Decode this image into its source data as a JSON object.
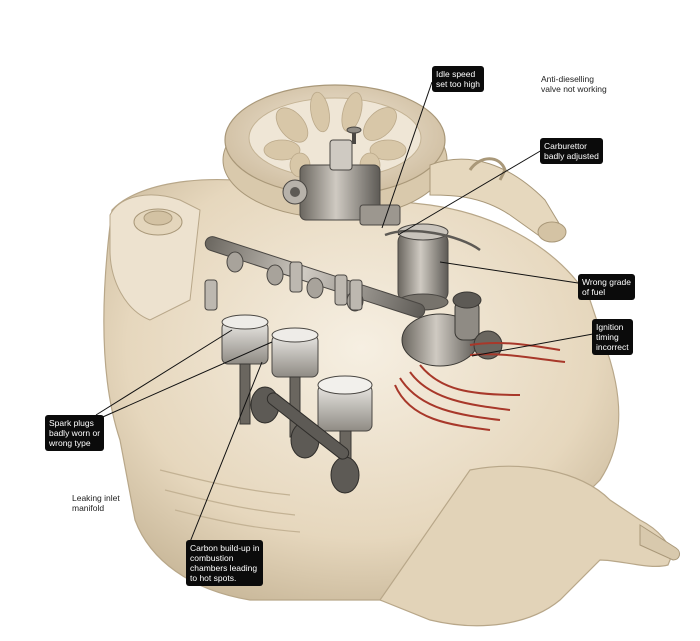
{
  "labels": {
    "idle_speed": "Idle speed\nset too high",
    "anti_dieselling": "Anti-dieselling\nvalve not working",
    "carburettor": "Carburettor\nbadly adjusted",
    "wrong_grade": "Wrong grade\nof fuel",
    "ignition_timing": "Ignition\ntiming\nincorrect",
    "spark_plugs": "Spark plugs\nbadly worn or\nwrong type",
    "leaking_manifold": "Leaking inlet\nmanifold",
    "carbon_buildup": "Carbon build-up in\ncombustion\nchambers leading\nto hot spots."
  },
  "colors": {
    "engine_body": "#e9dcc6",
    "engine_shadow": "#c9b89a",
    "engine_highlight": "#f6efe2",
    "metal_dark": "#5d5a55",
    "metal_mid": "#8f8b84",
    "wire_red": "#a8382a",
    "leader": "#111111",
    "callout_bg": "#0b0b0b"
  }
}
